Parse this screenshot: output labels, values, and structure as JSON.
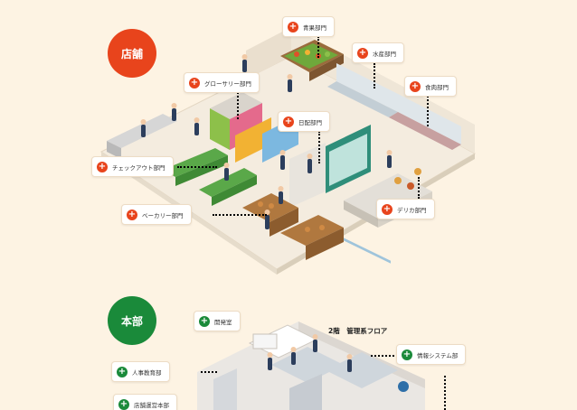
{
  "sections": {
    "store_label": "店舗",
    "hq_label": "本部"
  },
  "store_departments": [
    {
      "key": "produce",
      "label": "青果部門"
    },
    {
      "key": "seafood",
      "label": "水産部門"
    },
    {
      "key": "meat",
      "label": "食肉部門"
    },
    {
      "key": "grocery",
      "label": "グローサリー部門"
    },
    {
      "key": "daily",
      "label": "日配部門"
    },
    {
      "key": "checkout",
      "label": "チェックアウト部門"
    },
    {
      "key": "bakery",
      "label": "ベーカリー部門"
    },
    {
      "key": "deli",
      "label": "デリカ部門"
    }
  ],
  "hq_departments": [
    {
      "key": "dev",
      "label": "開発室"
    },
    {
      "key": "hr",
      "label": "人事教育部"
    },
    {
      "key": "it",
      "label": "情報システム部"
    },
    {
      "key": "store_ops",
      "label": "店舗運営本部"
    }
  ],
  "hq_floor_label": "2階　管理系フロア",
  "colors": {
    "store_accent": "#e8441c",
    "hq_accent": "#1a8a3a",
    "background": "#fdf3e3"
  },
  "icons": {
    "button_icon": "plus-icon"
  }
}
